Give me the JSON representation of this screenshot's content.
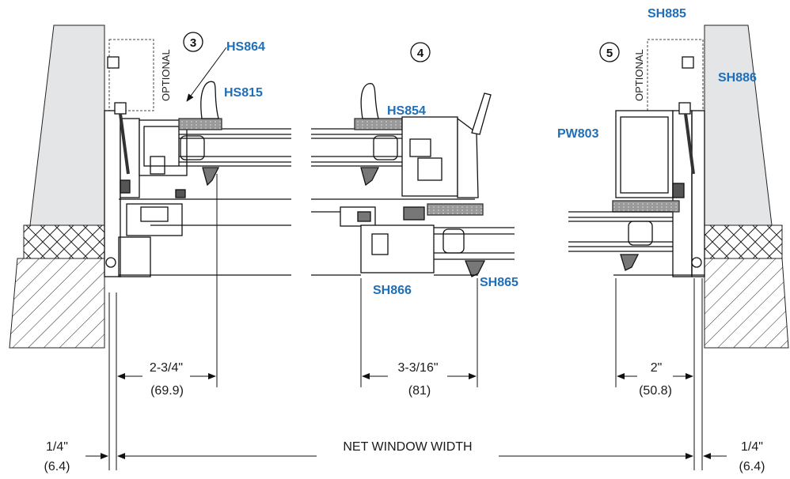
{
  "section_numbers": [
    "3",
    "4",
    "5"
  ],
  "labels": {
    "hs864": "HS864",
    "hs815": "HS815",
    "hs854": "HS854",
    "sh866": "SH866",
    "sh865": "SH865",
    "sh885": "SH885",
    "sh886": "SH886",
    "pw803": "PW803",
    "optional_left": "OPTIONAL",
    "optional_right": "OPTIONAL"
  },
  "dimensions": {
    "left_frame": {
      "imperial": "2-3/4\"",
      "metric": "(69.9)"
    },
    "center_frame": {
      "imperial": "3-3/16\"",
      "metric": "(81)"
    },
    "right_frame": {
      "imperial": "2\"",
      "metric": "(50.8)"
    },
    "left_gap": {
      "imperial": "1/4\"",
      "metric": "(6.4)"
    },
    "right_gap": {
      "imperial": "1/4\"",
      "metric": "(6.4)"
    },
    "net_width": "NET WINDOW WIDTH"
  },
  "colors": {
    "callout_blue": "#1f6fb8",
    "wall_gray": "#e3e5e7",
    "line": "#1a1a1a",
    "gasket_gray": "#8a8a8a"
  }
}
